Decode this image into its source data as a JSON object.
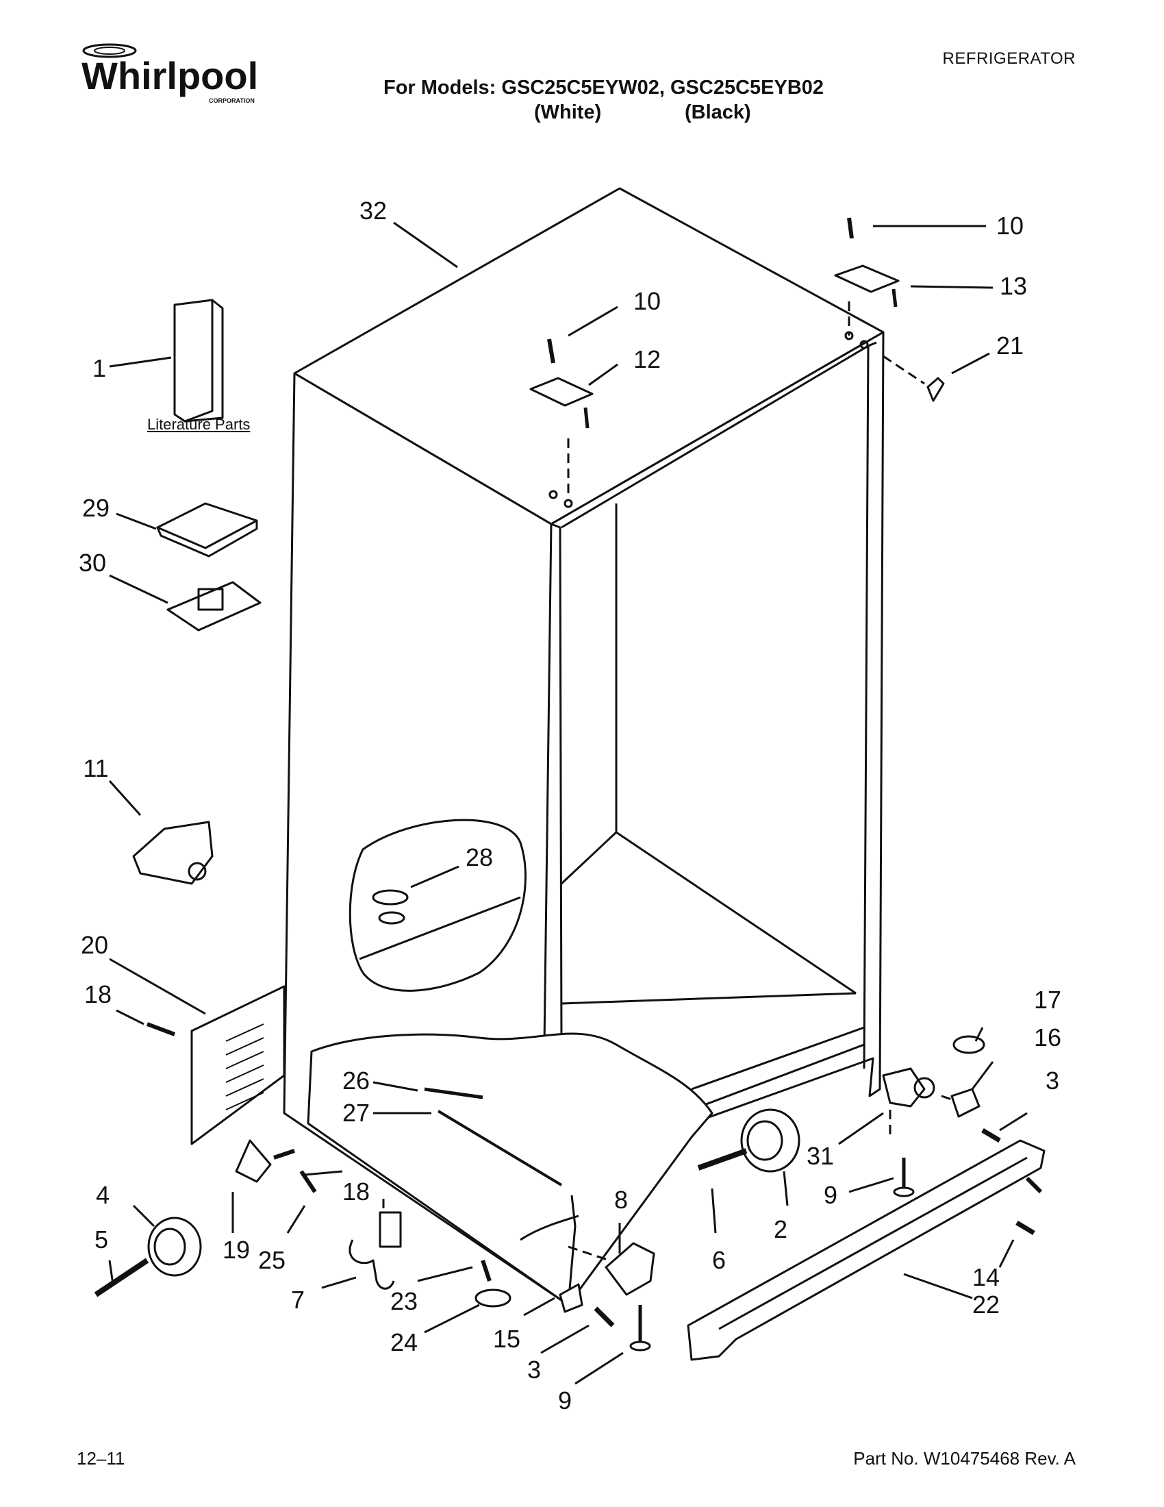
{
  "header": {
    "category": "REFRIGERATOR",
    "models_line": "For Models: GSC25C5EYW02, GSC25C5EYB02",
    "variant_white": "(White)",
    "variant_black": "(Black)"
  },
  "brand": {
    "name": "Whirlpool",
    "subtext": "CORPORATION"
  },
  "literature_label": "Literature Parts",
  "callouts": {
    "c1": "1",
    "c2": "2",
    "c3a": "3",
    "c3b": "3",
    "c4": "4",
    "c5": "5",
    "c6": "6",
    "c7": "7",
    "c8": "8",
    "c9a": "9",
    "c9b": "9",
    "c10a": "10",
    "c10b": "10",
    "c11": "11",
    "c12": "12",
    "c13": "13",
    "c14": "14",
    "c15": "15",
    "c16": "16",
    "c17": "17",
    "c18a": "18",
    "c18b": "18",
    "c19": "19",
    "c20": "20",
    "c21": "21",
    "c22": "22",
    "c23": "23",
    "c24": "24",
    "c25": "25",
    "c26": "26",
    "c27": "27",
    "c28": "28",
    "c29": "29",
    "c30": "30",
    "c31": "31",
    "c32": "32"
  },
  "footer": {
    "date_code": "12–11",
    "part_number": "Part No. W10475468 Rev. A"
  }
}
